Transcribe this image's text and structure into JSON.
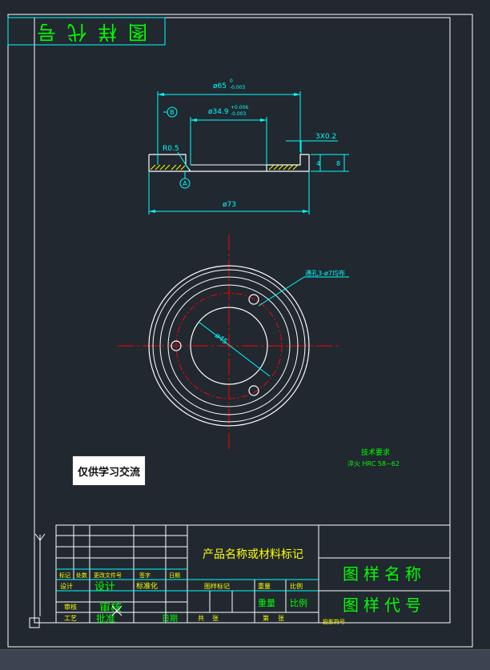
{
  "colors": {
    "background": "#212830",
    "frame": "#ffffff",
    "dimension": "#00ffff",
    "part": "#ffffff",
    "hatch": "#ffff00",
    "centerline": "#ff0000",
    "title_text": "#ffff00",
    "green_text": "#00ff00",
    "hole_circle": "#ffffff"
  },
  "top_stamp": {
    "text": "图样代号"
  },
  "dimensions": {
    "d65": "ø65",
    "d65_tol_upper": "0",
    "d65_tol_lower": "-0.003",
    "d34": "ø34.9",
    "d34_tol_upper": "+0.006",
    "d34_tol_lower": "-0.003",
    "chamfer": "3X0.2",
    "radius": "R0.5",
    "d73": "ø73",
    "h4": "4",
    "h8": "8",
    "datum_b": "B",
    "datum_a": "A",
    "d45": "ø45",
    "holes_note": "通孔3-ø7均布"
  },
  "tech_req": {
    "title": "技术要求",
    "line1": "淬火 HRC 58~62"
  },
  "note_box": {
    "text": "仅供学习交流"
  },
  "title_block": {
    "product_name": "产品名称或材料标记",
    "drawing_name": "图样名称",
    "drawing_code": "图样代号",
    "row_labels": [
      "标记",
      "处数",
      "更改文件号",
      "签字",
      "日期"
    ],
    "design": "设计",
    "design_script": "设计",
    "standard": "标准化",
    "check": "审核",
    "check_script": "审核",
    "craft": "工艺",
    "approve": "批准",
    "approve_script": "日期",
    "stage_mark": "图样标记",
    "weight": "重量",
    "scale": "比例",
    "total": "共",
    "total_sheets": "张",
    "sheet": "第",
    "sheet_no": "张",
    "scale_script": "比例",
    "weight_script": "重量",
    "footer": "投影符号"
  }
}
